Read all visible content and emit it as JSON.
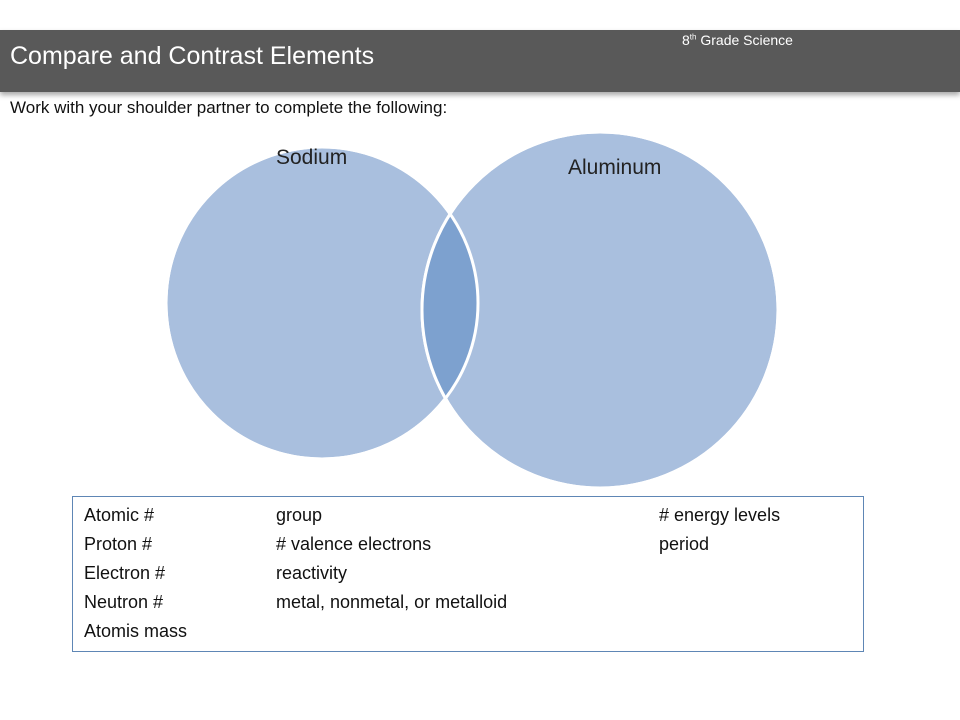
{
  "header": {
    "title": "Compare and Contrast Elements",
    "grade_number": "8",
    "grade_suffix": "th",
    "grade_rest": " Grade Science"
  },
  "instructions": "Work with your shoulder partner to complete the following:",
  "venn": {
    "left_label": "Sodium",
    "right_label": "Aluminum",
    "circle_color": "#a9bfde",
    "circle_stroke": "#ffffff",
    "overlap_color": "#7da1cf"
  },
  "terms": {
    "col1": [
      "Atomic #",
      "Proton #",
      "Electron #",
      "Neutron #",
      "Atomis mass"
    ],
    "col2": [
      "group",
      "# valence electrons",
      "reactivity",
      "metal, nonmetal, or metalloid"
    ],
    "col3": [
      "# energy levels",
      "period"
    ],
    "border_color": "#5e86b5"
  }
}
